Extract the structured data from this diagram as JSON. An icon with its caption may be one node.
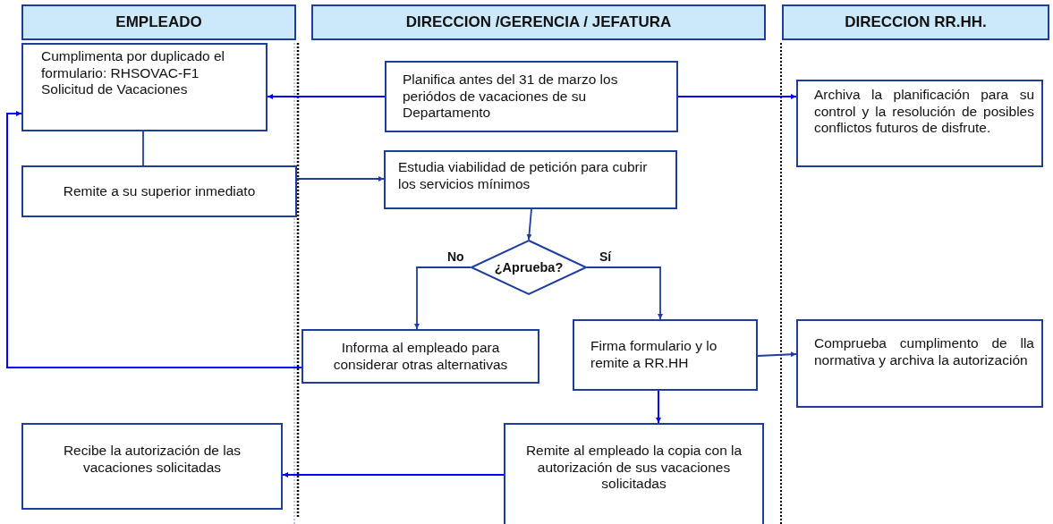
{
  "diagram": {
    "nodes": [
      {
        "text": [
          "EMPLEADO"
        ]
      },
      {
        "text": [
          "DIRECCION /GERENCIA / JEFATURA"
        ]
      },
      {
        "text": [
          "DIRECCION  RR.HH."
        ]
      },
      {
        "text": [
          "Cumplimenta por duplicado el formulario: RHSOVAC-F1 Solicitud de Vacaciones"
        ]
      },
      {
        "text": [
          "Planifica antes del 31 de marzo los periódos de vacaciones de su Departamento"
        ]
      },
      {
        "text": [
          "Archiva la planificación para su control y la resolución de posibles conflictos futuros de disfrute."
        ]
      },
      {
        "text": [
          "Remite a su superior inmediato"
        ]
      },
      {
        "text": [
          "Estudia viabilidad de petición para cubrir los servicios mínimos"
        ]
      },
      {
        "text": [
          "¿Aprueba?"
        ]
      },
      {
        "text": [
          "Informa al empleado para considerar otras alternativas"
        ]
      },
      {
        "text": [
          "Firma formulario y lo remite  a RR.HH"
        ]
      },
      {
        "text": [
          "Comprueba cumplimento  de lla normativa y archiva la autorización"
        ]
      },
      {
        "text": [
          "Recibe la  autorización de las vacaciones solicitadas"
        ]
      },
      {
        "text": [
          "Remite al empleado la copia con la autorización de sus vacaciones solicitadas"
        ]
      }
    ],
    "edges": [
      {
        "from": 4,
        "to": 3,
        "arrow": "to",
        "color": "#0000ff"
      },
      {
        "from": 4,
        "to": 5,
        "arrow": "to",
        "color": "#0000ff"
      },
      {
        "from": 3,
        "to": 6,
        "arrow": "none"
      },
      {
        "from": 6,
        "to": 7,
        "arrow": "to"
      },
      {
        "from": 7,
        "to": 8,
        "arrow": "to"
      },
      {
        "from": 8,
        "to": 9,
        "arrow": "to",
        "label": "No"
      },
      {
        "from": 8,
        "to": 10,
        "arrow": "to",
        "label": "Sí"
      },
      {
        "from": 9,
        "to": 3,
        "arrow": "to",
        "color": "#0000ff"
      },
      {
        "from": 10,
        "to": 11,
        "arrow": "to"
      },
      {
        "from": 10,
        "to": 13,
        "arrow": "to",
        "color": "#0000ff"
      },
      {
        "from": 13,
        "to": 12,
        "arrow": "to",
        "color": "#0000ff"
      }
    ]
  }
}
